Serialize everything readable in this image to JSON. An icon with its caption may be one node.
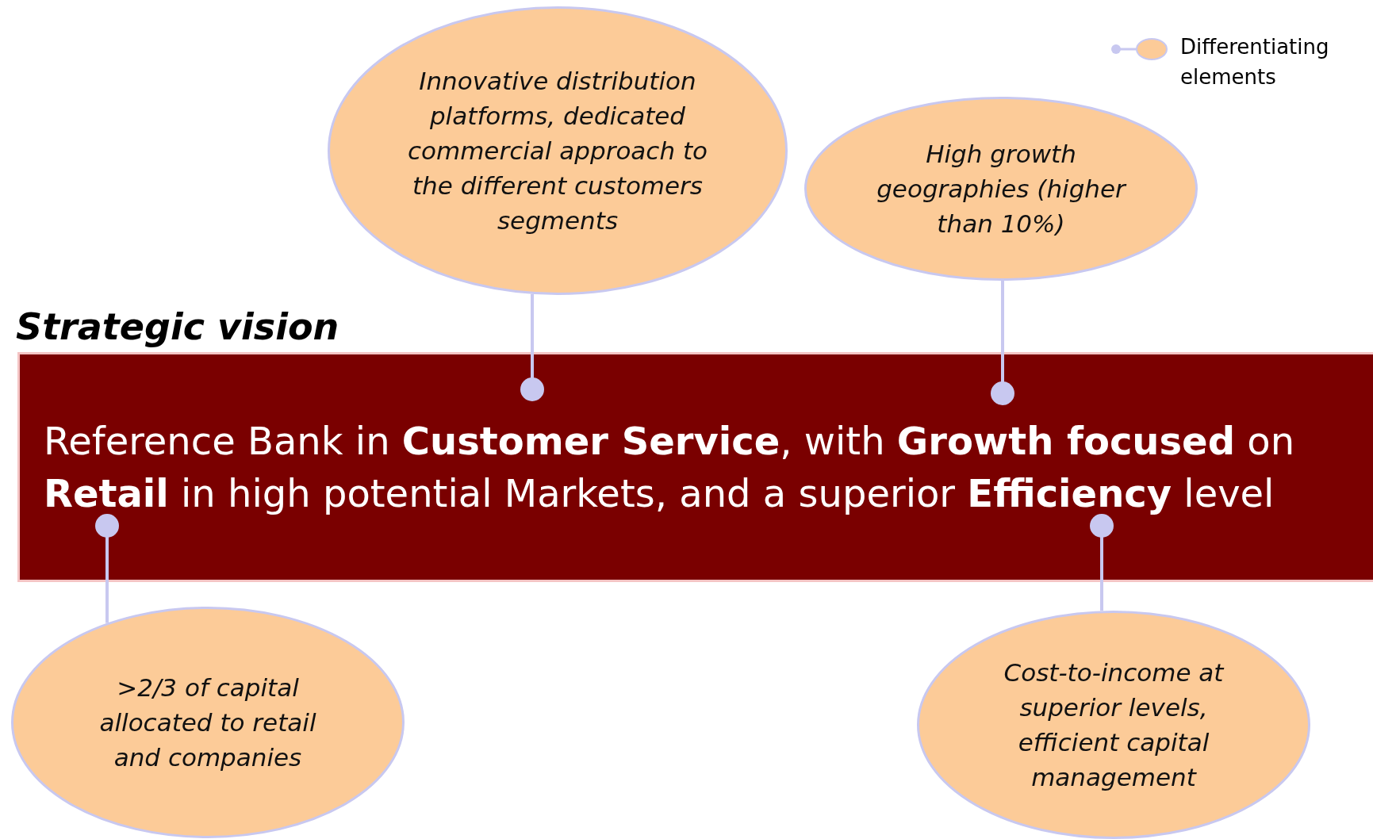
{
  "diagram": {
    "title": "Strategic vision",
    "nodes": [
      {
        "text": [
          "Innovative distribution platforms, dedicated commercial approach to the different customers segments"
        ]
      },
      {
        "text": [
          "High growth geographies (higher than 10%)"
        ]
      },
      {
        "text": [
          "Reference Bank in **Customer Service**, with **Growth focused** on **Retail** in high potential Markets, and a superior **Efficiency** level"
        ]
      },
      {
        "text": [
          ">2/3 of capital allocated to retail and companies"
        ]
      },
      {
        "text": [
          "Cost-to-income at superior levels, efficient capital management"
        ]
      }
    ],
    "edges": [
      {
        "from": 0,
        "to": 2,
        "arrow": "other"
      },
      {
        "from": 1,
        "to": 2,
        "arrow": "other"
      },
      {
        "from": 3,
        "to": 2,
        "arrow": "other"
      },
      {
        "from": 4,
        "to": 2,
        "arrow": "other"
      }
    ],
    "legend": [
      {
        "text": "Differentiating elements",
        "color": "#fccb98"
      }
    ]
  }
}
